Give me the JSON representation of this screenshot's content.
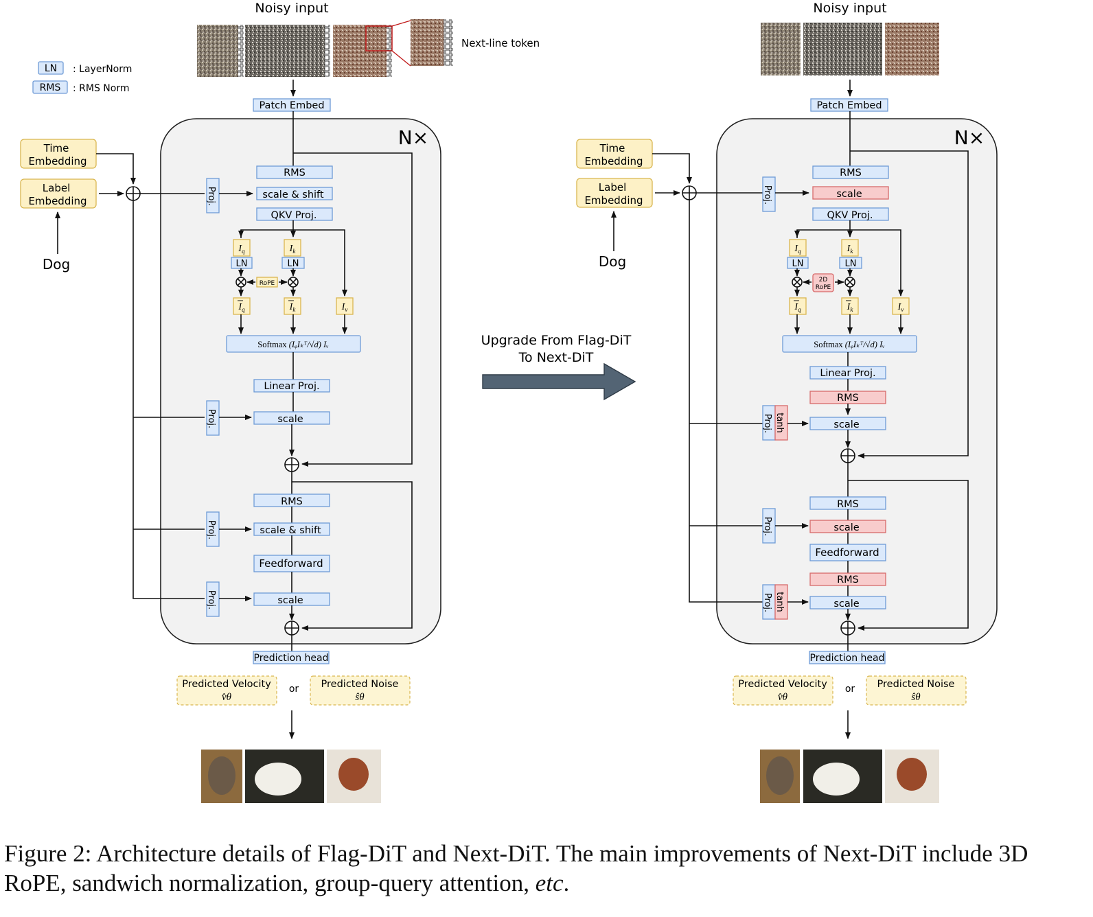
{
  "legend": {
    "ln_tag": "LN",
    "ln_desc": ": LayerNorm",
    "rms_tag": "RMS",
    "rms_desc": ": RMS Norm"
  },
  "flag": {
    "noisy_input": "Noisy input",
    "next_line_token": "Next-line token",
    "patch_embed": "Patch Embed",
    "repeat": "N×",
    "time_embedding": [
      "Time",
      "Embedding"
    ],
    "label_embedding": [
      "Label",
      "Embedding"
    ],
    "class_word": "Dog",
    "proj": "Proj.",
    "rms1": "RMS",
    "scale_shift1": "scale & shift",
    "qkv": "QKV Proj.",
    "iq": "I",
    "iq_sub": "q",
    "ik": "I",
    "ik_sub": "k",
    "iv": "I",
    "iv_sub": "v",
    "ln": "LN",
    "rope": "RoPE",
    "softmax": "Softmax",
    "softmax_expr": "(IᵩIₖᵀ/√d) Iᵥ",
    "linear": "Linear Proj.",
    "scale1": "scale",
    "rms2": "RMS",
    "scale_shift2": "scale & shift",
    "ff": "Feedforward",
    "scale2": "scale",
    "pred_head": "Prediction head",
    "pred_velocity": "Predicted Velocity",
    "pred_velocity_sym": "v̂θ",
    "or": "or",
    "pred_noise": "Predicted Noise",
    "pred_noise_sym": "ŝθ"
  },
  "next": {
    "noisy_input": "Noisy input",
    "patch_embed": "Patch Embed",
    "repeat": "N×",
    "time_embedding": [
      "Time",
      "Embedding"
    ],
    "label_embedding": [
      "Label",
      "Embedding"
    ],
    "class_word": "Dog",
    "proj": "Proj.",
    "tanh": "tanh",
    "rms1": "RMS",
    "scale1": "scale",
    "qkv": "QKV Proj.",
    "ln": "LN",
    "rope": [
      "2D",
      "RoPE"
    ],
    "softmax": "Softmax",
    "linear": "Linear Proj.",
    "rms_post": "RMS",
    "scale_attn": "scale",
    "rms2": "RMS",
    "scale2": "scale",
    "ff": "Feedforward",
    "rms_post2": "RMS",
    "scale_ff": "scale",
    "pred_head": "Prediction head",
    "pred_velocity": "Predicted Velocity",
    "pred_velocity_sym": "v̂θ",
    "or": "or",
    "pred_noise": "Predicted Noise",
    "pred_noise_sym": "ŝθ"
  },
  "upgrade": {
    "line1": "Upgrade From Flag-DiT",
    "line2": "To Next-DiT"
  },
  "caption": {
    "lead": "Figure 2:  Architecture details of Flag-DiT and Next-DiT. The main improvements of Next-DiT include 3D RoPE, sandwich normalization, group-query attention, ",
    "etc": "etc",
    "end": "."
  },
  "colors": {
    "blue_box": "#dbe9fb",
    "red_box": "#f8cccc",
    "yellow_box": "#fdf1c6",
    "panel": "#f2f2f2",
    "arrow": "#4f5f70"
  }
}
